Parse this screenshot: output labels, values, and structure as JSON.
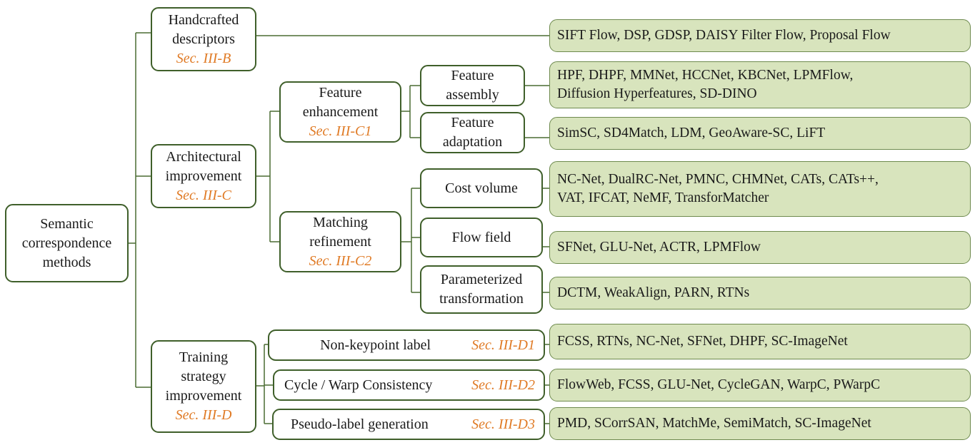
{
  "root": {
    "line1": "Semantic",
    "line2": "correspondence",
    "line3": "methods"
  },
  "handcrafted": {
    "line1": "Handcrafted",
    "line2": "descriptors",
    "sec": "Sec. III-B",
    "methods": "SIFT Flow, DSP, GDSP, DAISY Filter Flow, Proposal Flow"
  },
  "architectural": {
    "line1": "Architectural",
    "line2": "improvement",
    "sec": "Sec. III-C"
  },
  "feature_enhancement": {
    "line1": "Feature",
    "line2": "enhancement",
    "sec": "Sec. III-C1"
  },
  "feature_assembly": {
    "line1": "Feature",
    "line2": "assembly",
    "methods_line1": "HPF, DHPF, MMNet, HCCNet, KBCNet, LPMFlow,",
    "methods_line2": "Diffusion Hyperfeatures, SD-DINO"
  },
  "feature_adaptation": {
    "line1": "Feature",
    "line2": "adaptation",
    "methods": "SimSC, SD4Match, LDM, GeoAware-SC, LiFT"
  },
  "matching_refinement": {
    "line1": "Matching",
    "line2": "refinement",
    "sec": "Sec. III-C2"
  },
  "cost_volume": {
    "label": "Cost volume",
    "methods_line1": "NC-Net, DualRC-Net, PMNC, CHMNet, CATs, CATs++,",
    "methods_line2": "VAT, IFCAT, NeMF, TransforMatcher"
  },
  "flow_field": {
    "label": "Flow field",
    "methods": "SFNet, GLU-Net, ACTR, LPMFlow"
  },
  "parameterized": {
    "line1": "Parameterized",
    "line2": "transformation",
    "methods": "DCTM, WeakAlign, PARN, RTNs"
  },
  "training": {
    "line1": "Training",
    "line2": "strategy",
    "line3": "improvement",
    "sec": "Sec. III-D"
  },
  "non_keypoint": {
    "label": "Non-keypoint label",
    "sec": "Sec. III-D1",
    "methods": "FCSS, RTNs, NC-Net, SFNet, DHPF, SC-ImageNet"
  },
  "cycle_warp": {
    "label": "Cycle / Warp Consistency",
    "sec": "Sec. III-D2",
    "methods": "FlowWeb, FCSS, GLU-Net, CycleGAN, WarpC, PWarpC"
  },
  "pseudo_label": {
    "label": "Pseudo-label generation",
    "sec": "Sec. III-D3",
    "methods": "PMD, SCorrSAN, MatchMe, SemiMatch, SC-ImageNet"
  }
}
